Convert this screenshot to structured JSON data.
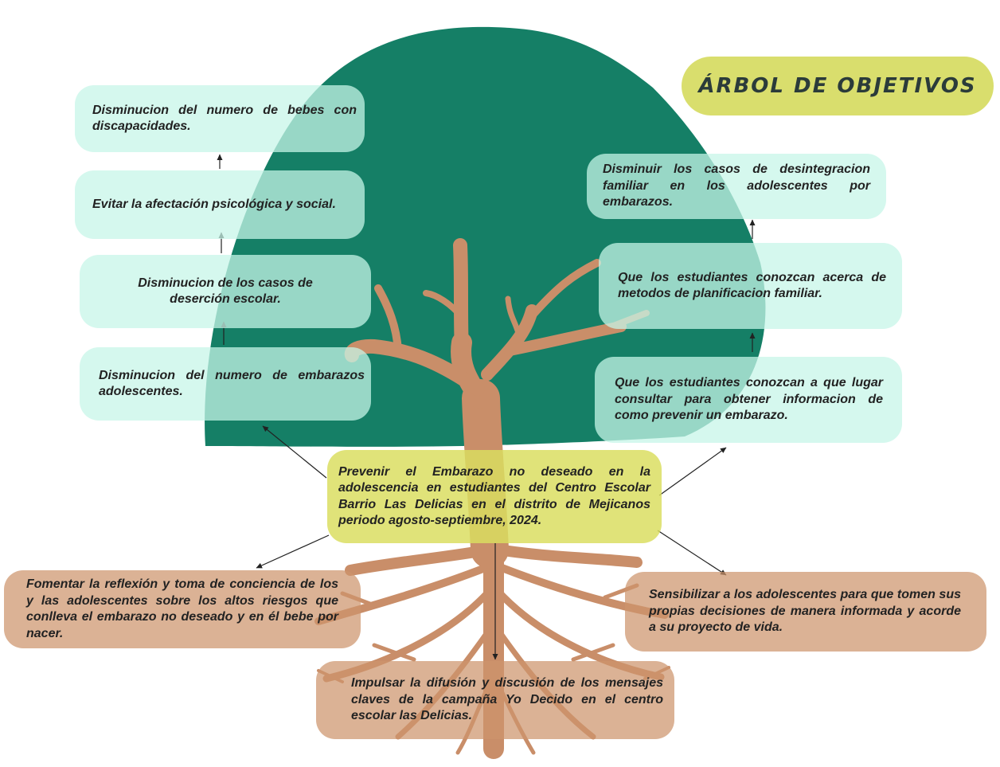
{
  "title": "ÁRBOL DE OBJETIVOS",
  "colors": {
    "canopy": "#157f66",
    "trunk": "#c98e69",
    "ends_boxes": "#c6f5e8",
    "means_boxes": "#cd946c",
    "goal_box": "#dade5f",
    "title_box": "#d9de6d"
  },
  "central_objective": "Prevenir el Embarazo no deseado en la adolescencia en estudiantes del Centro Escolar Barrio Las Delicias en el distrito de Mejicanos periodo agosto-septiembre, 2024.",
  "ends_left": [
    "Disminucion del numero de bebes con discapacidades.",
    "Evitar la afectación psicológica y social.",
    "Disminucion de los casos de deserción escolar.",
    "Disminucion del numero de embarazos adolescentes."
  ],
  "ends_right": [
    "Disminuir los casos de desintegracion familiar en los adolescentes por embarazos.",
    "Que los estudiantes conozcan acerca de metodos de planificacion familiar.",
    "Que los estudiantes conozcan a que lugar consultar para obtener informacion de como prevenir un embarazo."
  ],
  "means": [
    "Fomentar la reflexión y toma de conciencia de los y las adolescentes sobre los altos riesgos que conlleva el embarazo no deseado y en él bebe por nacer.",
    "Sensibilizar a los adolescentes para que tomen sus propias decisiones de manera informada y acorde a su proyecto de vida.",
    "Impulsar la difusión y discusión de los mensajes claves de la campaña Yo Decido en el centro escolar las Delicias."
  ]
}
